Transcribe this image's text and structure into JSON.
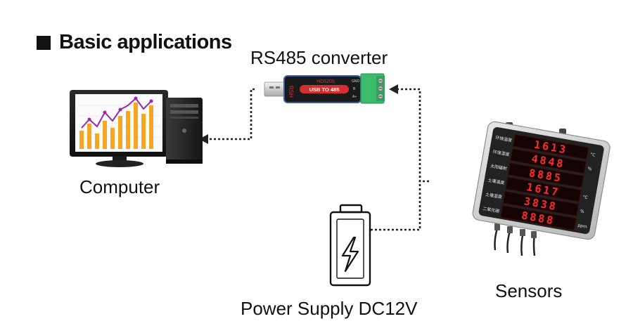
{
  "heading": {
    "text": "Basic applications"
  },
  "labels": {
    "converter": "RS485 converter",
    "computer": "Computer",
    "sensors": "Sensors",
    "power": "Power Supply DC12V"
  },
  "device": {
    "brand": "HD6205",
    "badge": "USB TO 485",
    "side_text": "RSH",
    "pins": [
      "GND",
      "B",
      "A+"
    ]
  },
  "sensor_panel": {
    "rows": [
      {
        "label": "环境温度",
        "digits": "1613",
        "unit": "°C"
      },
      {
        "label": "环境湿度",
        "digits": "4848",
        "unit": "%"
      },
      {
        "label": "太阳辐射",
        "digits": "8885",
        "unit": ""
      },
      {
        "label": "土壤温度",
        "digits": "1617",
        "unit": "°C"
      },
      {
        "label": "土壤湿度",
        "digits": "3838",
        "unit": "%"
      },
      {
        "label": "二氧化碳",
        "digits": "8888",
        "unit": "ppm"
      }
    ]
  },
  "colors": {
    "accent": "#d32f2f",
    "bars": "#f5a623",
    "line": "#9c27b0",
    "connector": "#3dbb6b",
    "converter_body": "#1a1a1a",
    "led": "#ff2a2a"
  }
}
